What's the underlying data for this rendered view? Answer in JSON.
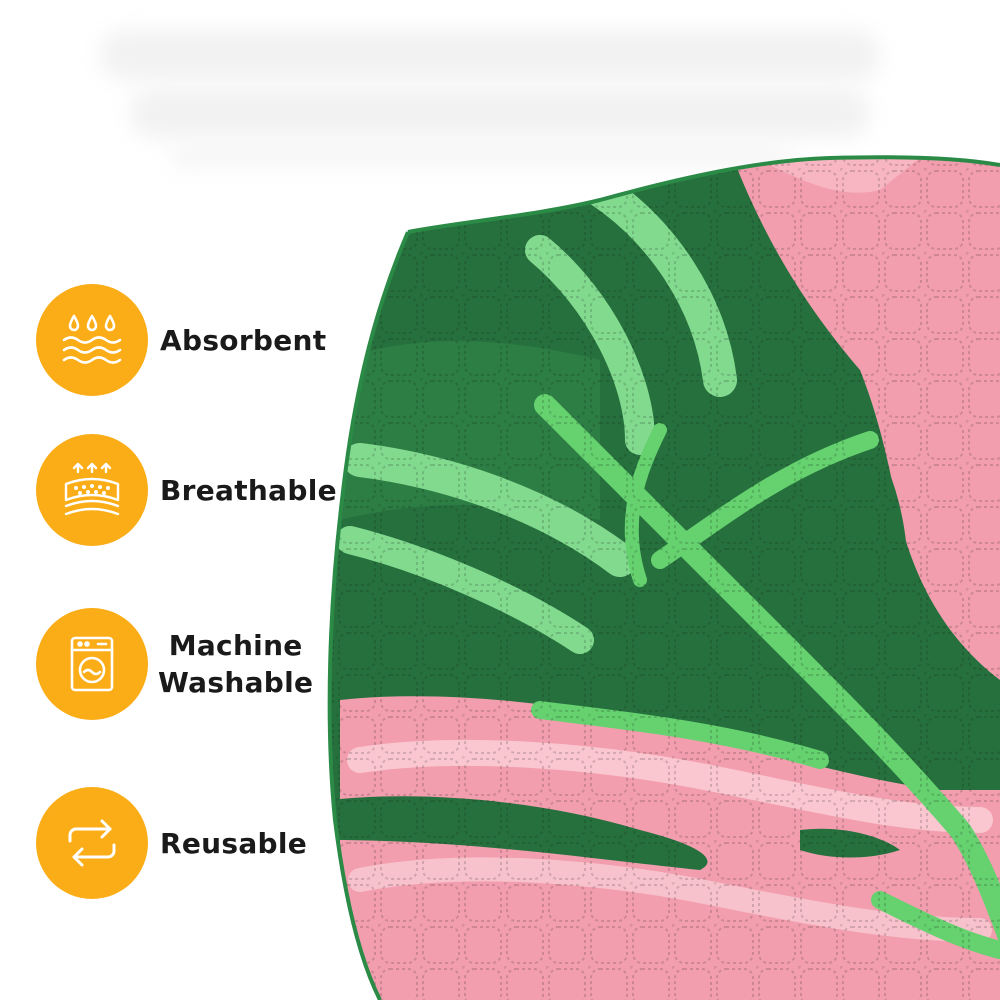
{
  "features": [
    {
      "icon": "water-drops-icon",
      "label": "Absorbent"
    },
    {
      "icon": "breathable-layers-icon",
      "label": "Breathable"
    },
    {
      "icon": "washing-machine-icon",
      "label_lines": [
        "Machine",
        "Washable"
      ]
    },
    {
      "icon": "reuse-arrows-icon",
      "label": "Reusable"
    }
  ],
  "colors": {
    "badge": "#fbad18",
    "leaf_dark": "#1e6b36",
    "leaf_light": "#7dd98b",
    "pad_pink": "#f29bab"
  }
}
